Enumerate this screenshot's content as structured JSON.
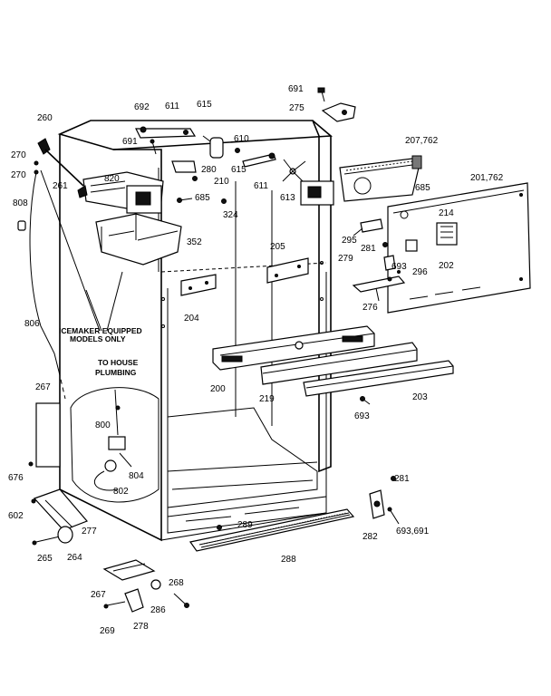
{
  "notes": {
    "icemaker": [
      "ICEMAKER EQUIPPED",
      "MODELS ONLY"
    ],
    "plumbing": [
      "TO HOUSE",
      "PLUMBING"
    ]
  },
  "labels": {
    "p691a": "691",
    "p275": "275",
    "p207": "207,762",
    "p201": "201,762",
    "p260": "260",
    "p692": "692",
    "p611a": "611",
    "p615a": "615",
    "p691b": "691",
    "p610": "610",
    "p270a": "270",
    "p270b": "270",
    "p261": "261",
    "p820": "820",
    "p280": "280",
    "p615b": "615",
    "p210": "210",
    "p611b": "611",
    "p613": "613",
    "p685a": "685",
    "p685b": "685",
    "p324": "324",
    "p214": "214",
    "p808": "808",
    "p352": "352",
    "p295": "295",
    "p281a": "281",
    "p205": "205",
    "p202": "202",
    "p279": "279",
    "p693a": "693",
    "p296": "296",
    "p204": "204",
    "p276": "276",
    "p806": "806",
    "p200": "200",
    "p219": "219",
    "p203": "203",
    "p693b": "693",
    "p267a": "267",
    "p800": "800",
    "p804": "804",
    "p802": "802",
    "p676": "676",
    "p281b": "281",
    "p602": "602",
    "p282": "282",
    "p693_691": "693,691",
    "p277": "277",
    "p289": "289",
    "p265": "265",
    "p264": "264",
    "p288": "288",
    "p267b": "267",
    "p268": "268",
    "p286": "286",
    "p269": "269",
    "p278": "278"
  }
}
